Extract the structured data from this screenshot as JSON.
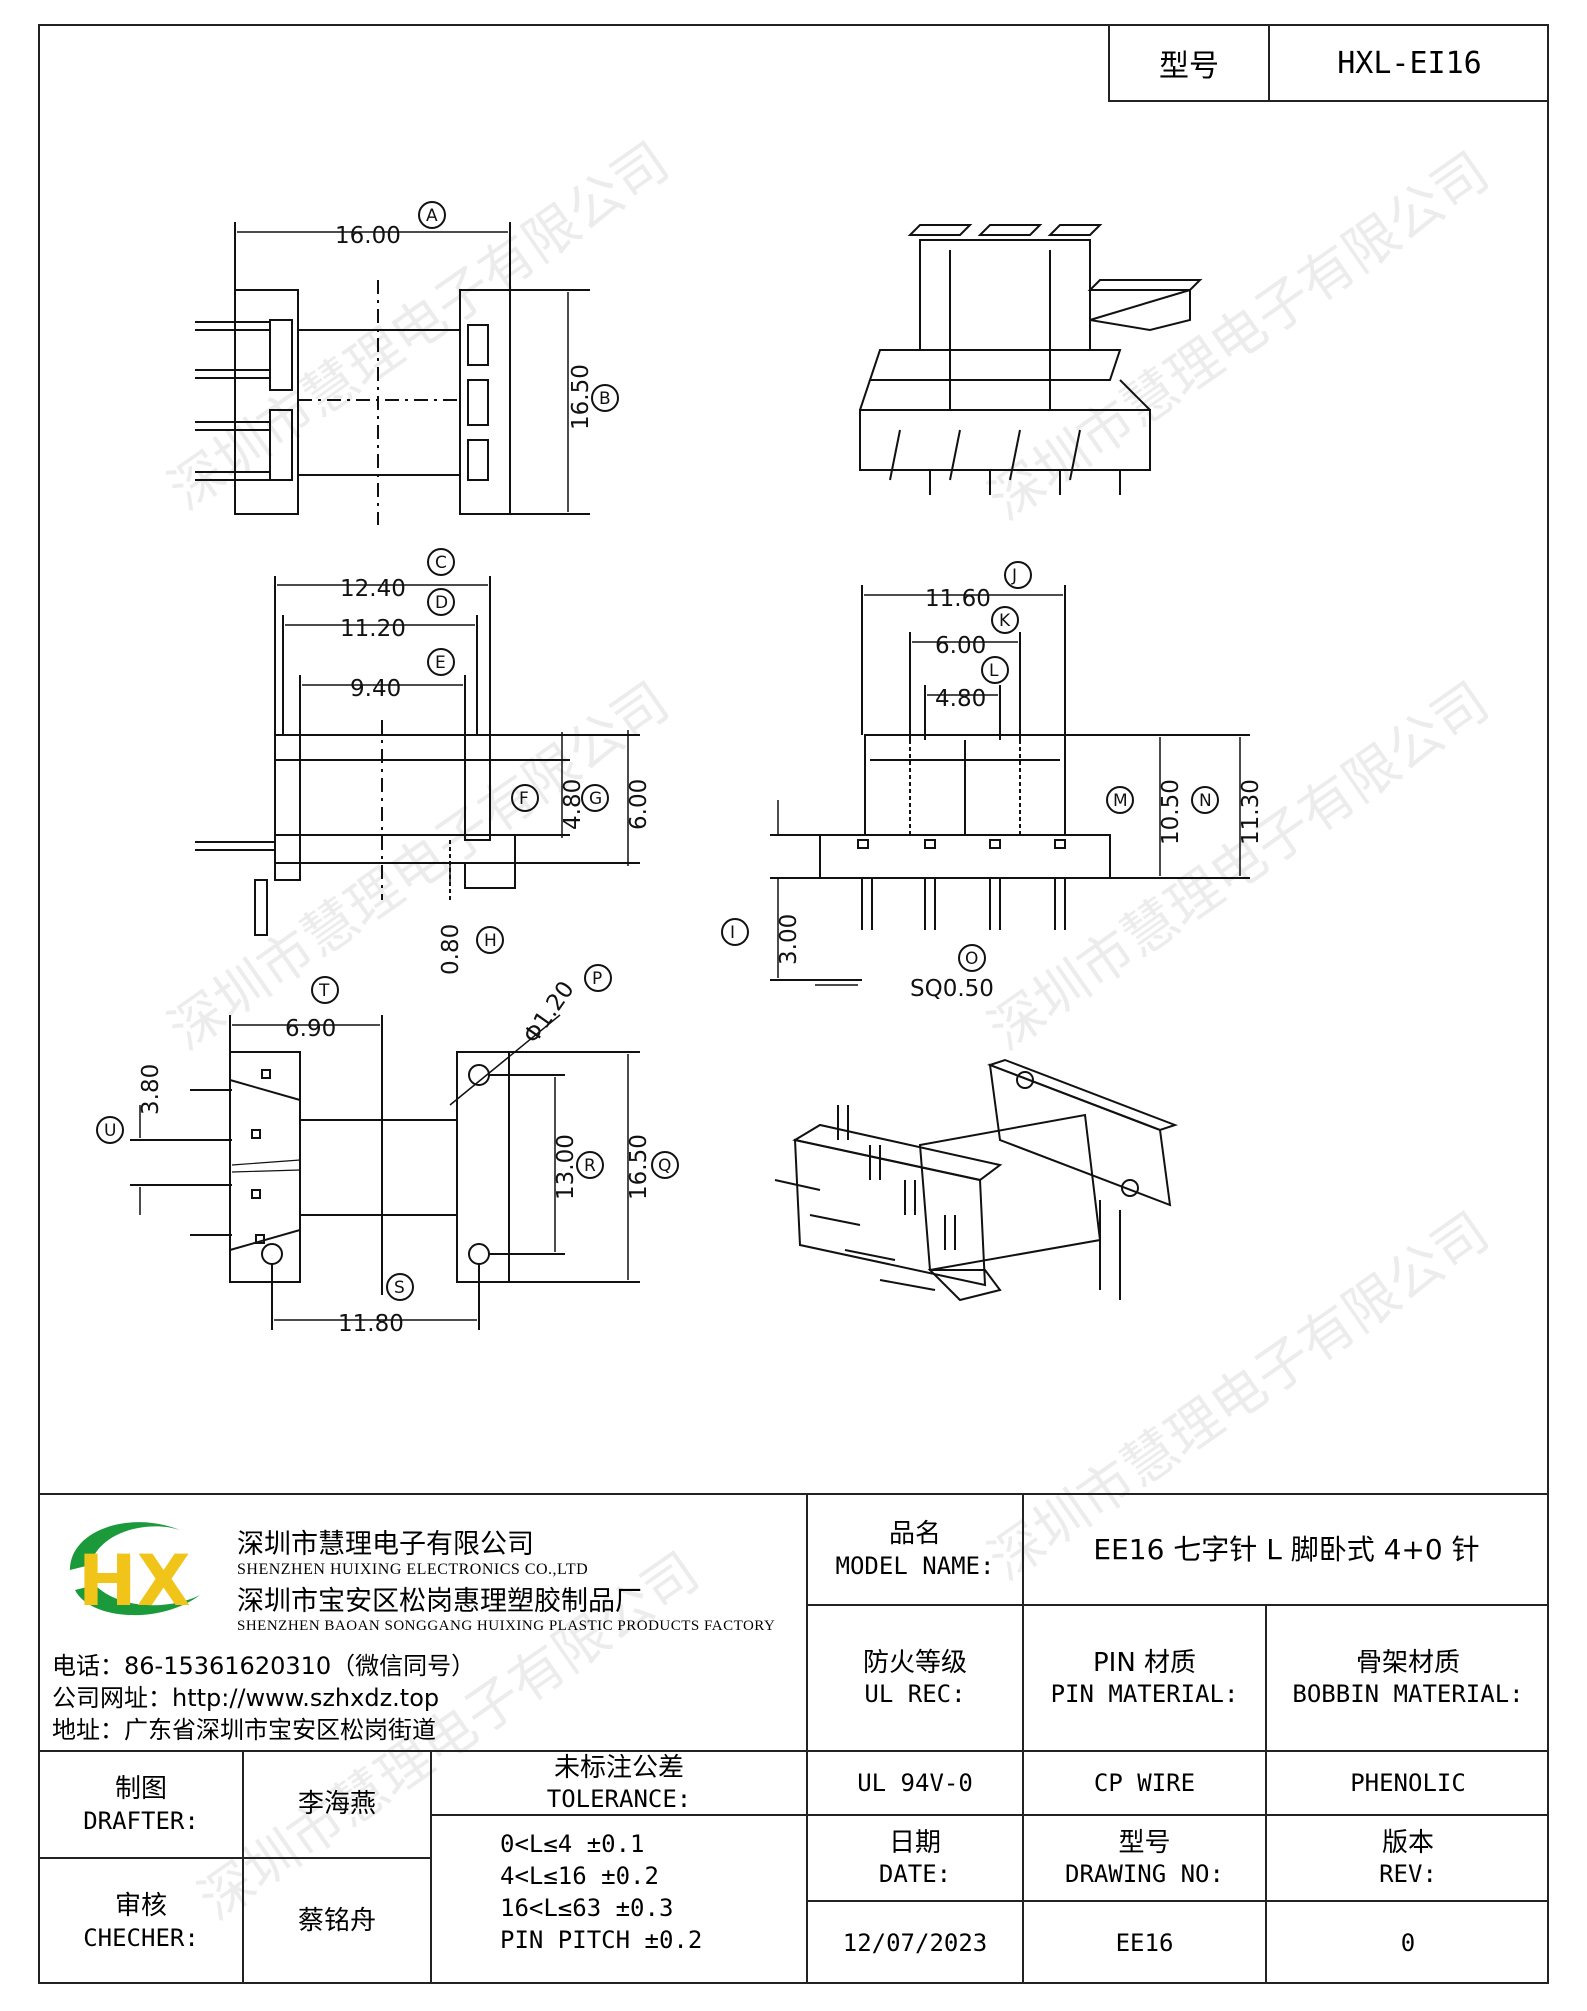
{
  "header": {
    "model_label": "型号",
    "model_value": "HXL-EI16"
  },
  "dimensions": {
    "A": "16.00",
    "B": "16.50",
    "C": "12.40",
    "D": "11.20",
    "E": "9.40",
    "F": "4.80",
    "G": "6.00",
    "H": "0.80",
    "I": "3.00",
    "J": "11.60",
    "K": "6.00",
    "L": "4.80",
    "M": "10.50",
    "N": "11.30",
    "O": "SQ0.50",
    "P": "Φ1.20",
    "Q": "16.50",
    "R": "13.00",
    "S": "11.80",
    "T": "6.90",
    "U": "3.80"
  },
  "dim_letters": [
    "A",
    "B",
    "C",
    "D",
    "E",
    "F",
    "G",
    "H",
    "I",
    "J",
    "K",
    "L",
    "M",
    "N",
    "O",
    "P",
    "Q",
    "R",
    "S",
    "T",
    "U"
  ],
  "watermark": "深圳市慧理电子有限公司",
  "company": {
    "logo_text": "HX",
    "name_cn": "深圳市慧理电子有限公司",
    "name_en": "SHENZHEN HUIXING ELECTRONICS CO.,LTD",
    "factory_cn": "深圳市宝安区松岗惠理塑胶制品厂",
    "factory_en": "SHENZHEN BAOAN SONGGANG HUIXING PLASTIC PRODUCTS FACTORY",
    "phone": "电话：86-15361620310（微信同号）",
    "website": "公司网址：http://www.szhxdz.top",
    "address": "地址：广东省深圳市宝安区松岗街道"
  },
  "title_block": {
    "model_name_cn": "品名",
    "model_name_en": "MODEL NAME:",
    "model_name_value": "EE16 七字针 L 脚卧式 4+0 针",
    "ul_cn": "防火等级",
    "ul_en": "UL REC:",
    "pin_cn": "PIN 材质",
    "pin_en": "PIN MATERIAL:",
    "bobbin_cn": "骨架材质",
    "bobbin_en": "BOBBIN MATERIAL:",
    "ul_value": "UL 94V-0",
    "pin_value": "CP WIRE",
    "bobbin_value": "PHENOLIC",
    "drafter_cn": "制图",
    "drafter_en": "DRAFTER:",
    "drafter_name": "李海燕",
    "checker_cn": "审核",
    "checker_en": "CHECHER:",
    "checker_name": "蔡铭舟",
    "tolerance_cn": "未标注公差",
    "tolerance_en": "TOLERANCE:",
    "tolerances": [
      "0<L≤4  ±0.1",
      "4<L≤16 ±0.2",
      "16<L≤63 ±0.3",
      "PIN PITCH ±0.2"
    ],
    "date_cn": "日期",
    "date_en": "DATE:",
    "date_value": "12/07/2023",
    "drawing_cn": "型号",
    "drawing_en": "DRAWING NO:",
    "drawing_value": "EE16",
    "rev_cn": "版本",
    "rev_en": "REV:",
    "rev_value": "0"
  }
}
